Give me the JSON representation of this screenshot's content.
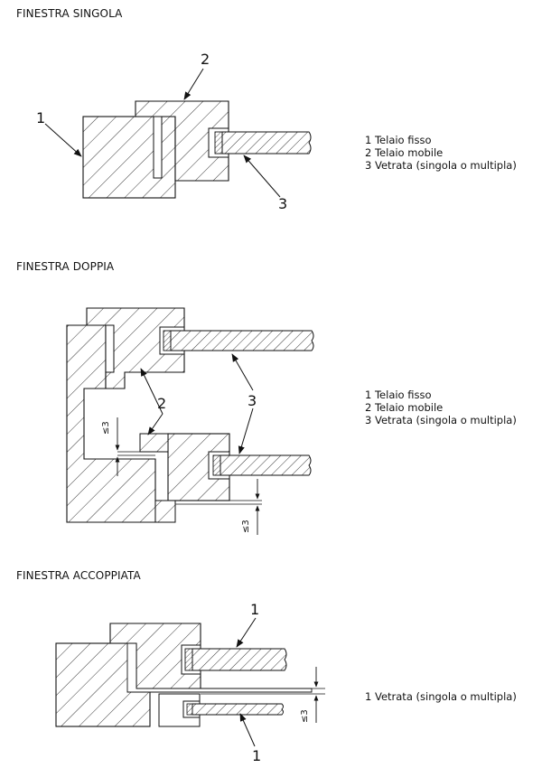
{
  "sections": {
    "single": {
      "title": "FINESTRA SINGOLA",
      "legend": [
        "1 Telaio fisso",
        "2 Telaio mobile",
        "3 Vetrata (singola o multipla)"
      ],
      "callouts": [
        "1",
        "2",
        "3"
      ]
    },
    "double": {
      "title": "FINESTRA DOPPIA",
      "legend": [
        "1 Telaio fisso",
        "2 Telaio mobile",
        "3 Vetrata (singola o multipla)"
      ],
      "callouts": [
        "2",
        "3"
      ],
      "dims": [
        "≤3",
        "≤3"
      ]
    },
    "coupled": {
      "title": "FINESTRA ACCOPPIATA",
      "legend": [
        "1 Vetrata (singola o multipla)"
      ],
      "callouts": [
        "1",
        "1"
      ],
      "dims": [
        "≤3"
      ]
    }
  }
}
